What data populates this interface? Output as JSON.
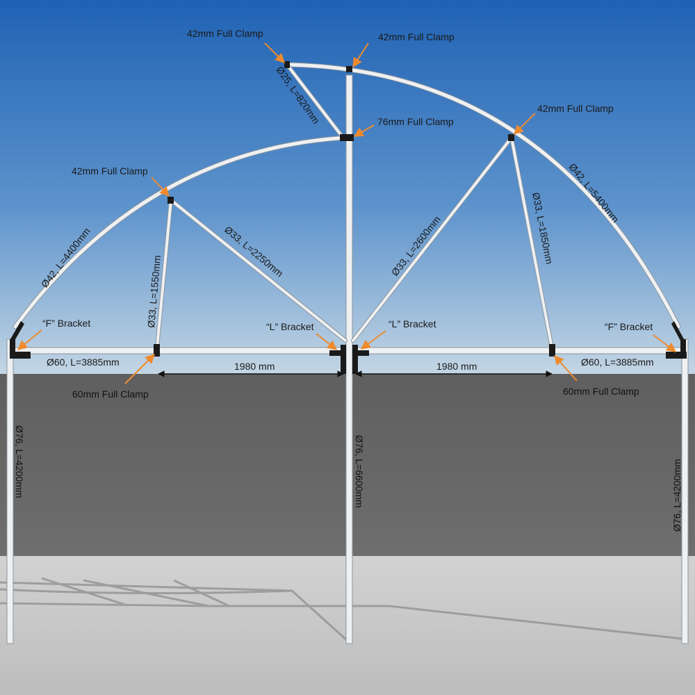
{
  "colors": {
    "sky_top": "#1f62b4",
    "sky_bottom": "#b9d0e2",
    "wall": "#676767",
    "ground": "#c9c9c9",
    "pipe": "#eef0f2",
    "pipe_edge": "#8a949c",
    "clamp": "#1a1a1a",
    "arrow": "#ee8a2e",
    "dim_line": "#111111"
  },
  "labels": {
    "clamp_top_left": "42mm Full Clamp",
    "clamp_top_right": "42mm Full Clamp",
    "clamp_76": "76mm Full Clamp",
    "clamp_left_arch": "42mm Full Clamp",
    "clamp_right_arch": "42mm Full Clamp",
    "brace_top": "Ø25, L=820mm",
    "arch_left": "Ø42, L=4400mm",
    "arch_right": "Ø42, L=5400mm",
    "strut_left_vertical": "Ø33, L=1550mm",
    "strut_left_diagonal": "Ø33, L=2250mm",
    "strut_right_diagonal": "Ø33, L=2600mm",
    "strut_right_vertical": "Ø33, L=1850mm",
    "bracket_f_left": "“F” Bracket",
    "bracket_l_left": "“L” Bracket",
    "bracket_l_right": "“L” Bracket",
    "bracket_f_right": "“F” Bracket",
    "beam_left": "Ø60, L=3885mm",
    "beam_right": "Ø60, L=3885mm",
    "dim_left": "1980 mm",
    "dim_right": "1980 mm",
    "clamp_60_left": "60mm Full Clamp",
    "clamp_60_right": "60mm Full Clamp",
    "post_left": "Ø76, L=4200mm",
    "post_center": "Ø76, L=6600mm",
    "post_right": "Ø76, L=4200mm"
  }
}
